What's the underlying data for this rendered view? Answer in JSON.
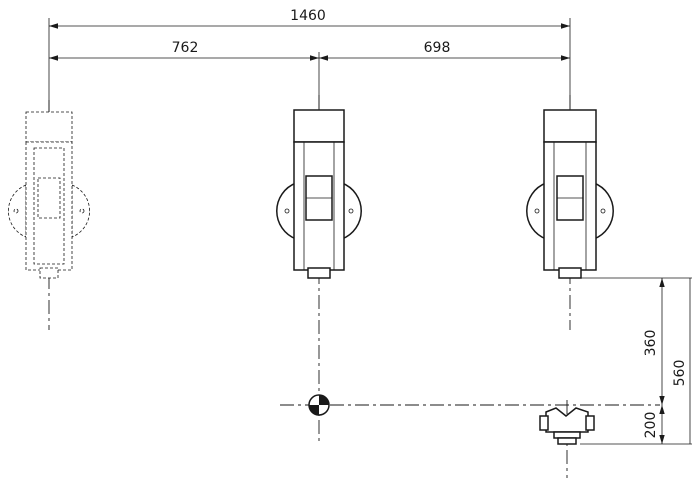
{
  "dimensions": {
    "overall_width": "1460",
    "left_span": "762",
    "right_span": "698",
    "upper_height": "360",
    "lower_height": "200",
    "total_height_partial": "560"
  },
  "colors": {
    "line": "#1a1a1a",
    "background": "#ffffff"
  },
  "symbols": [
    "center-of-gravity-icon"
  ]
}
